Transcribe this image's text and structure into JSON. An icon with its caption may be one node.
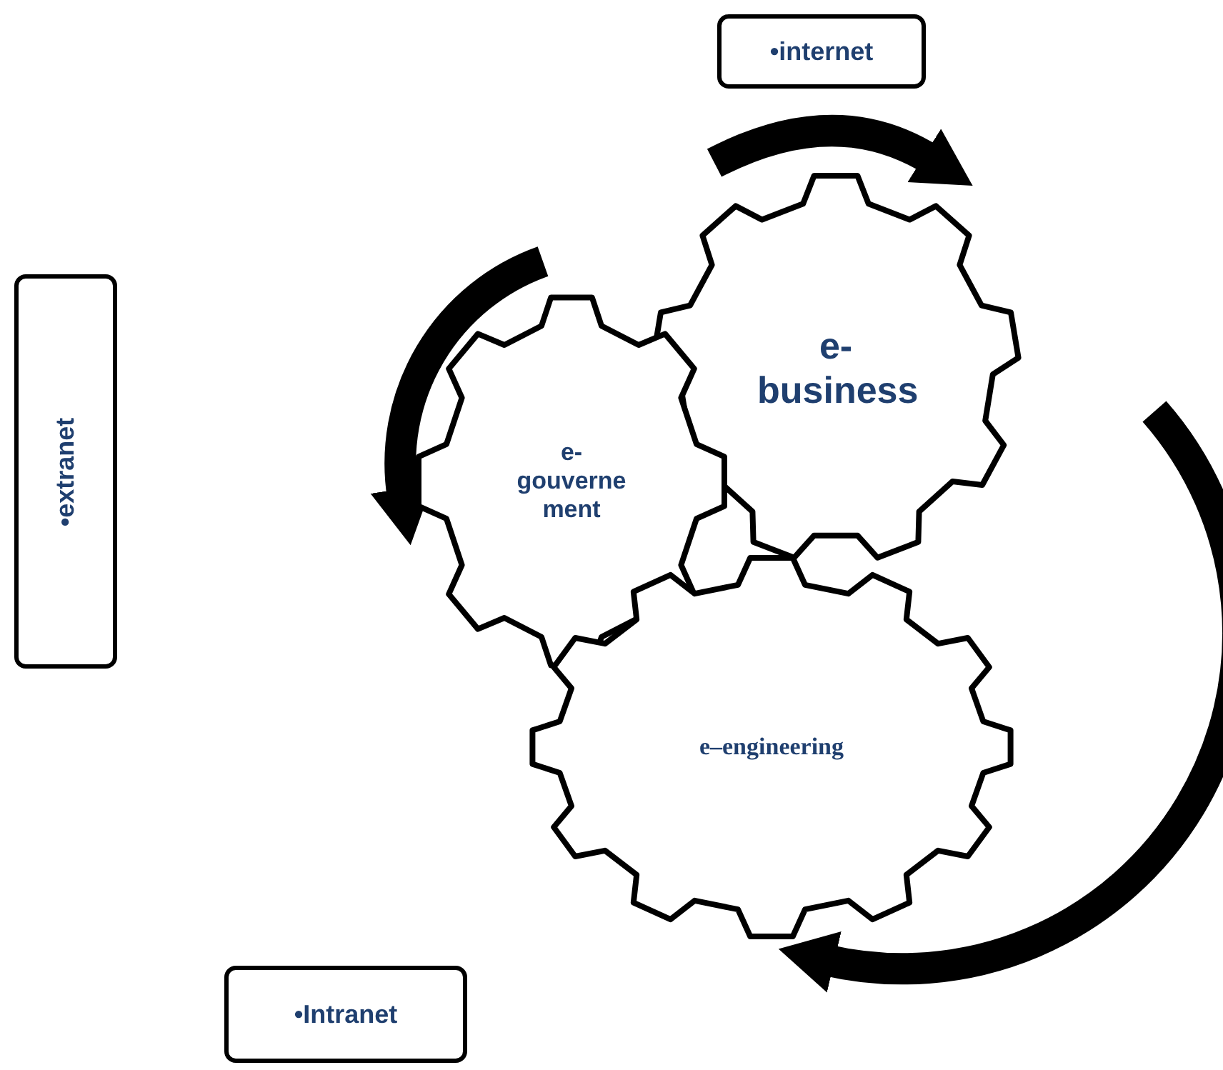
{
  "diagram": {
    "nodes": [
      {
        "text": [
          "•internet"
        ]
      },
      {
        "text": [
          "•extranet"
        ]
      },
      {
        "text": [
          "e- business"
        ]
      },
      {
        "text": [
          "e- gouverne ment"
        ]
      },
      {
        "text": [
          "e–engineering"
        ]
      },
      {
        "text": [
          "•Intranet"
        ]
      }
    ]
  }
}
